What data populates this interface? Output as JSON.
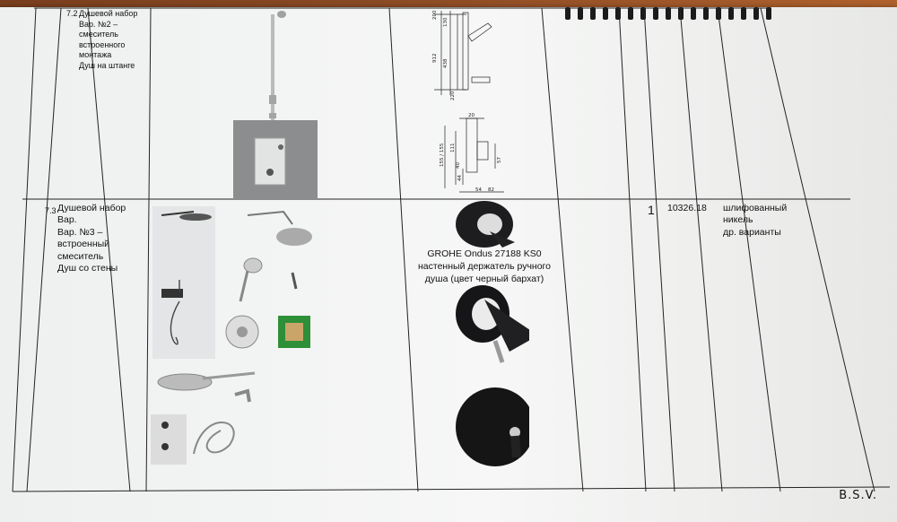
{
  "rows": [
    {
      "number": "7.2",
      "title": "Душевой набор\nВар. №2 –\nсмеситель\nвстроенного\nмонтажа\nДуш на штанге"
    },
    {
      "number": "7.3",
      "title": "Душевой набор\nВар.\nВар. №3 –\nвстроенный\nсмеситель\nДуш со стены",
      "product_caption_line1": "GROHE Ondus 27188 KS0",
      "product_caption_line2": "настенный держатель ручного",
      "product_caption_line3": "душа (цвет черный бархат)",
      "quantity": "1",
      "price": "10326.18",
      "finish": "шлифованный\nникель\nдр. варианты"
    }
  ],
  "drawing_dims": [
    "200",
    "130",
    "912",
    "438",
    "220",
    "155 / 155",
    "111",
    "44",
    "40",
    "57",
    "54",
    "82",
    "20"
  ],
  "signature": "B.S.V."
}
